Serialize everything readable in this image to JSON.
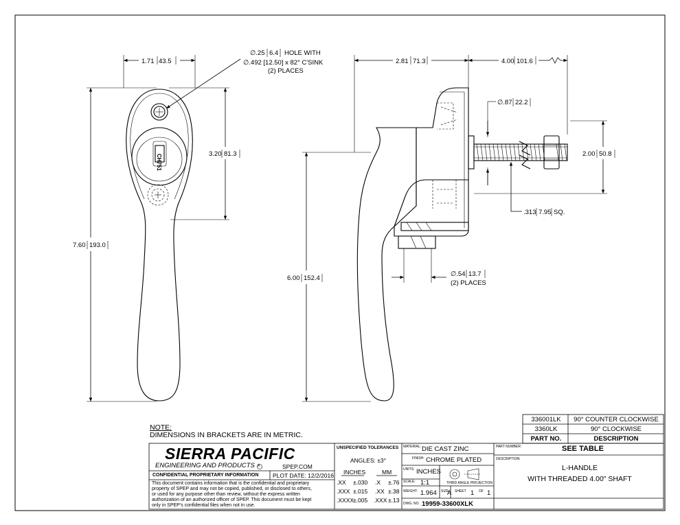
{
  "dims": {
    "width_top": "1.71",
    "width_top_mm": "43.5",
    "hole_l1": "∅.25",
    "hole_l1_mm": "6.4",
    "hole_l1_tail": "HOLE WITH",
    "hole_l2": "∅.492 [12.50] x 82° C'SINK",
    "hole_l3": "(2) PLACES",
    "depth": "2.81",
    "depth_mm": "71.3",
    "shaft_len": "4.00",
    "shaft_len_mm": "101.6",
    "boss_dia": "∅.87",
    "boss_dia_mm": "22.2",
    "height_total": "7.60",
    "height_total_mm": "193.0",
    "hole_spacing": "3.20",
    "hole_spacing_mm": "81.3",
    "shaft_height": "2.00",
    "shaft_height_mm": "50.8",
    "square": ".313",
    "square_mm": "7.95",
    "square_tail": "SQ.",
    "handle_len": "6.00",
    "handle_len_mm": "152.4",
    "washer_dia": "∅.54",
    "washer_dia_mm": "13.7",
    "washer_places": "(2) PLACES"
  },
  "logo_text": "CH751",
  "note": {
    "title": "NOTE:",
    "text": "DIMENSIONS IN BRACKETS ARE IN METRIC."
  },
  "part_table": {
    "rows": [
      {
        "part": "336001LK",
        "desc": "90° COUNTER CLOCKWISE"
      },
      {
        "part": "3360LK",
        "desc": "90° CLOCKWISE"
      }
    ],
    "header_part": "PART NO.",
    "header_desc": "DESCRIPTION"
  },
  "title_block": {
    "company": "SIERRA PACIFIC",
    "company_sub": "ENGINEERING AND PRODUCTS",
    "reg_mark": "R",
    "website": "SPEP.COM",
    "confidential_title": "CONFIDENTIAL PROPRIETARY INFORMATION",
    "plot_date": "PLOT DATE:  12/2/2016",
    "confidential_text": [
      "This document contains information that is the confidential and proprietary",
      "property of SPEP and may not be copied, published, or disclosed to others,",
      "or used for any purpose  other than review, without the express written",
      "authorization of an authorized officer of SPEP. This document must be kept",
      "only in SPEP's confidential files when not in use."
    ],
    "tol_title": "UNSPECIFIED TOLERANCES",
    "tol_angles": "ANGLES: ±3°",
    "tol_inches": "INCHES",
    "tol_mm": "MM",
    "tol_rows": [
      {
        "a": ".XX",
        "b": "±.030",
        "c": ".X",
        "d": "±.76"
      },
      {
        "a": ".XXX",
        "b": "±.015",
        "c": ".XX",
        "d": "±.38"
      },
      {
        "a": ".XXXX",
        "b": "±.005",
        "c": ".XXX",
        "d": "±.13"
      }
    ],
    "material_label": "MATERIAL:",
    "material": "DIE CAST ZINC",
    "finish_label": "FINISH:",
    "finish": "CHROME PLATED",
    "units_label": "UNITS:",
    "units": "INCHES",
    "projection": "THIRD ANGLE PROJECTION",
    "scale_label": "SCALE:",
    "scale": "1:1",
    "weight_label": "WEIGHT:",
    "weight": "1.964",
    "size_label": "SIZE:",
    "size": "A",
    "sheet_label": "SHEET",
    "sheet": "1",
    "of_label": "OF",
    "sheet_of": "1",
    "dwg_label": "DWG. NO.",
    "dwg_no": "19959-33600XLK",
    "partnum_label": "PART NUMBER:",
    "partnum": "SEE TABLE",
    "desc_label": "DESCRIPTION:",
    "desc_l1": "L-HANDLE",
    "desc_l2": "WITH THREADED 4.00\" SHAFT"
  }
}
